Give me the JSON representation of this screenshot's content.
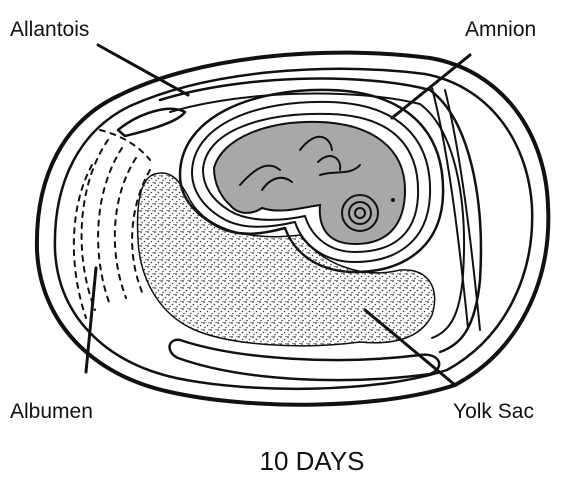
{
  "diagram": {
    "title": "10 DAYS",
    "labels": {
      "allantois": "Allantois",
      "amnion": "Amnion",
      "albumen": "Albumen",
      "yolk_sac": "Yolk Sac"
    }
  },
  "colors": {
    "line": "#111111",
    "embryo_fill": "#a8a8a8",
    "yolk_dots": "#333333",
    "background": "#ffffff"
  }
}
